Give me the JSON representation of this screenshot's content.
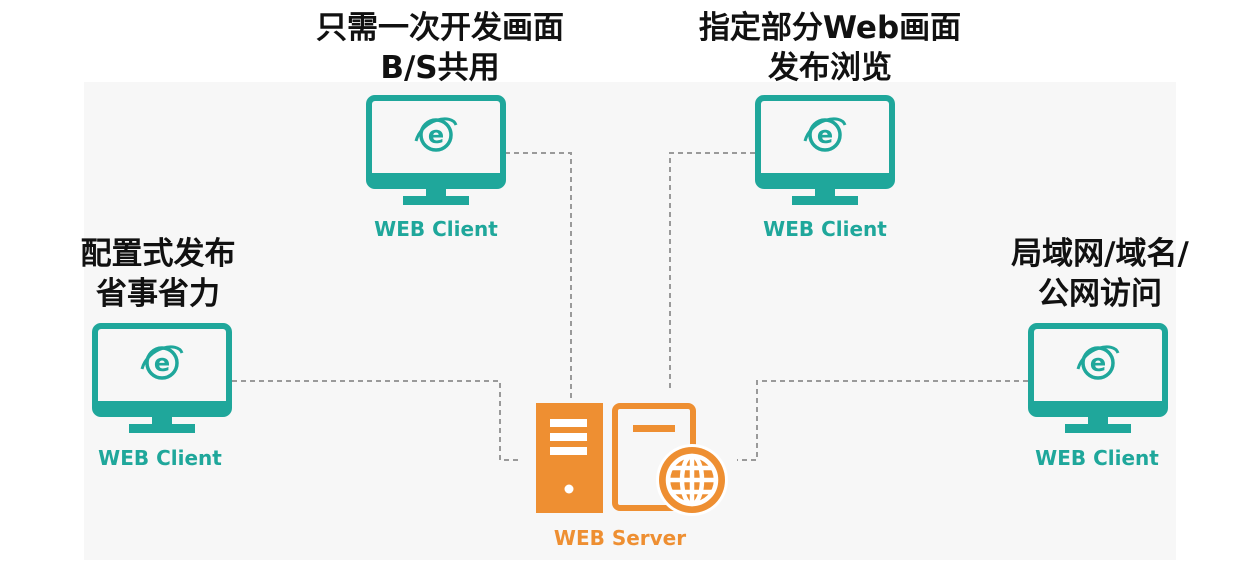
{
  "colors": {
    "client": "#1fa79b",
    "server": "#ee8f32",
    "connector": "#9a9a9a",
    "panel": "#f7f7f7"
  },
  "clients": [
    {
      "id": "top-left",
      "caption": [
        "只需一次开发画面",
        "B/S共用"
      ],
      "label": "WEB Client",
      "icon": "ie-browser-icon"
    },
    {
      "id": "top-right",
      "caption": [
        "指定部分Web画面",
        "发布浏览"
      ],
      "label": "WEB Client",
      "icon": "ie-browser-icon"
    },
    {
      "id": "left",
      "caption": [
        "配置式发布",
        "省事省力"
      ],
      "label": "WEB Client",
      "icon": "ie-browser-icon"
    },
    {
      "id": "right",
      "caption": [
        "局域网/域名/",
        "公网访问"
      ],
      "label": "WEB Client",
      "icon": "ie-browser-icon"
    }
  ],
  "server": {
    "label": "WEB Server",
    "icon": "globe-icon"
  }
}
